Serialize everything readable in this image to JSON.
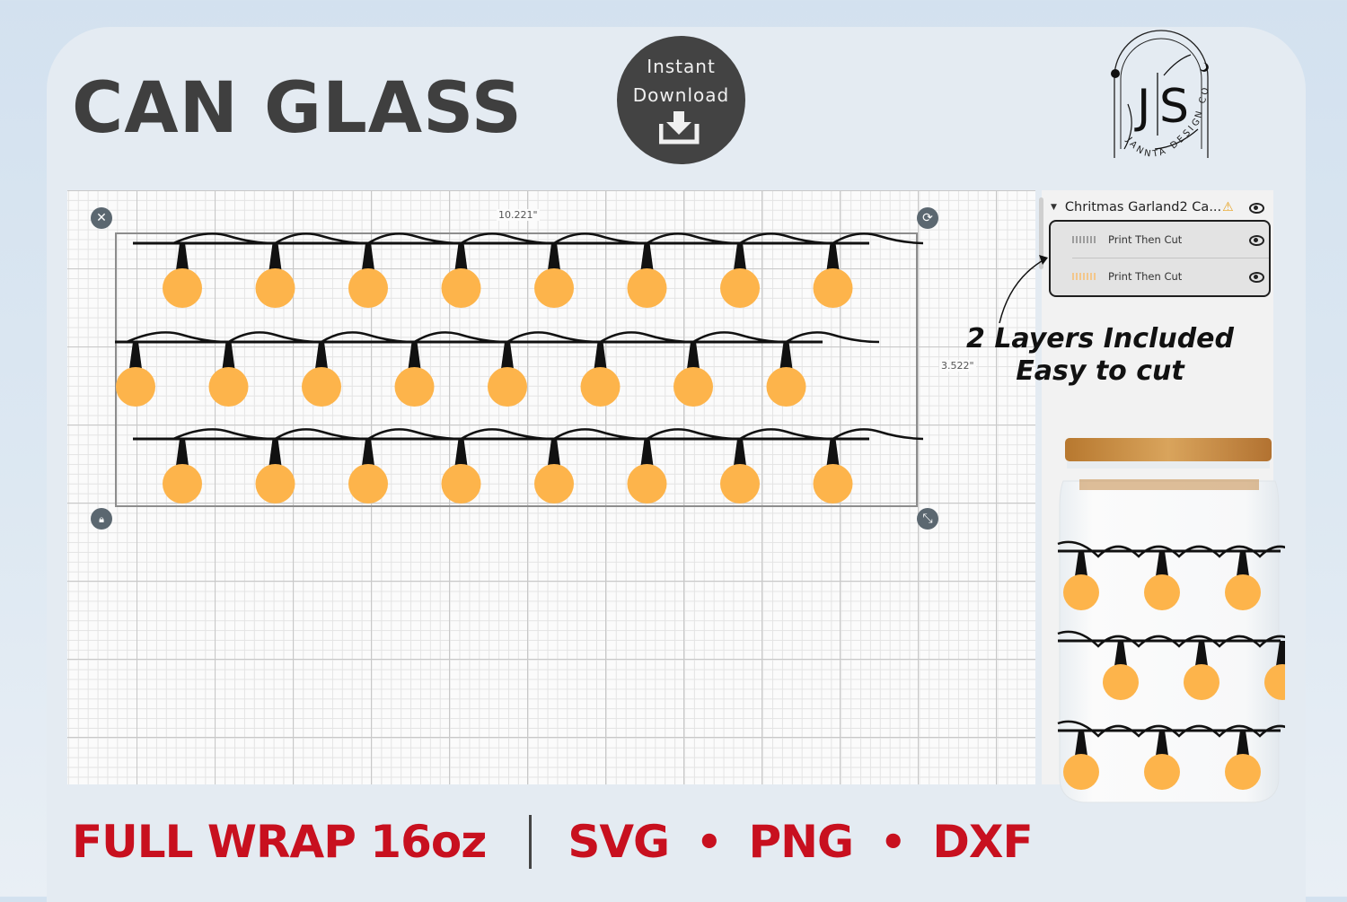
{
  "header": {
    "title": "CAN GLASS",
    "download_badge": {
      "line1": "Instant",
      "line2": "Download",
      "icon": "download-icon"
    },
    "logo": {
      "initials_left": "J",
      "initials_right": "S",
      "arc_text": "JANNTA DESIGN CO"
    }
  },
  "canvas": {
    "width_label": "10.221\"",
    "height_label": "3.522\"",
    "handles": {
      "delete": "close-icon",
      "rotate": "rotate-icon",
      "lock": "lock-icon",
      "resize": "resize-icon"
    },
    "design": {
      "rows": 3,
      "bulbs_per_row": 8,
      "bulb_color": "#FDB44B",
      "cord_color": "#111111"
    }
  },
  "layers_panel": {
    "group_name": "Chritmas Garland2 Ca...",
    "group_warning": "warning-icon",
    "layers": [
      {
        "name": "Print Then Cut",
        "swatch": "#9e9e9e"
      },
      {
        "name": "Print Then Cut",
        "swatch": "#f3c78c"
      }
    ]
  },
  "callout": {
    "line1": "2 Layers Included",
    "line2": "Easy to cut"
  },
  "footer": {
    "size": "FULL WRAP 16oz",
    "formats": [
      "SVG",
      "PNG",
      "DXF"
    ],
    "separator_dot": "•",
    "accent_color": "#C8101F"
  }
}
